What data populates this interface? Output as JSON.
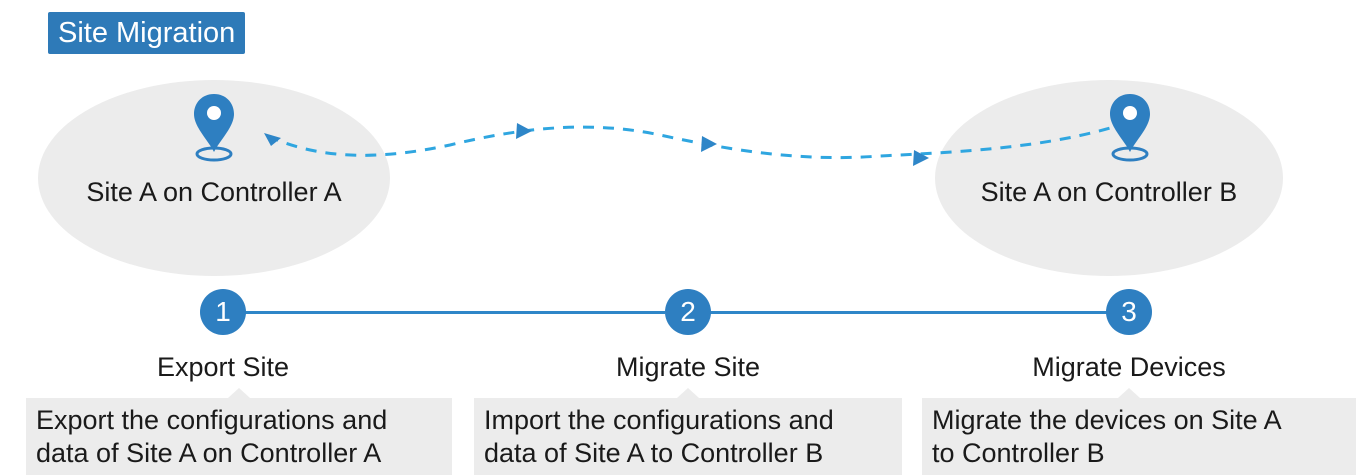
{
  "title": "Site Migration",
  "sites": {
    "source": {
      "label": "Site A on Controller A",
      "icon": "map-pin-icon"
    },
    "destination": {
      "label": "Site A on Controller B",
      "icon": "map-pin-icon"
    }
  },
  "steps": [
    {
      "number": "1",
      "title": "Export Site",
      "description": [
        "Export the configurations and",
        "data of Site A on Controller A"
      ]
    },
    {
      "number": "2",
      "title": "Migrate Site",
      "description": [
        "Import the configurations and",
        "data of Site A to Controller B"
      ]
    },
    {
      "number": "3",
      "title": "Migrate Devices",
      "description": [
        "Migrate the devices on Site A",
        "to Controller B"
      ]
    }
  ],
  "colors": {
    "accent": "#2e7fc1",
    "title_badge": "#2e7ab8",
    "dashed_arrow": "#2fa6e0",
    "panel": "#ececec"
  }
}
